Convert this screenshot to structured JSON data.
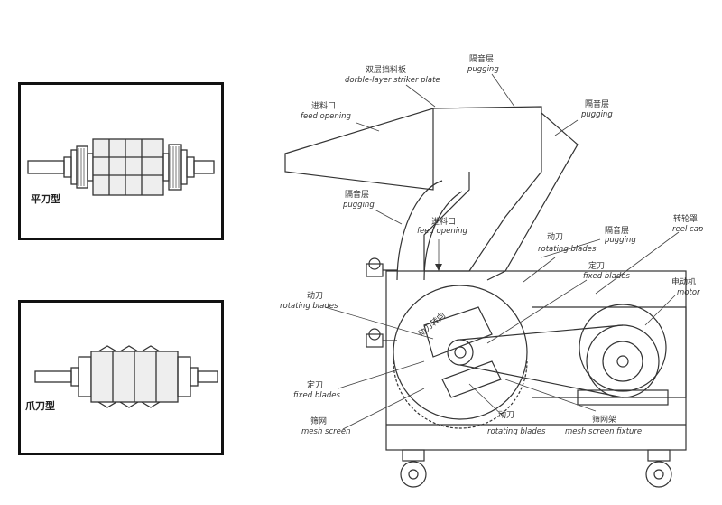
{
  "panels": {
    "flat": {
      "caption": "平刀型"
    },
    "claw": {
      "caption": "爪刀型"
    }
  },
  "labels": {
    "striker_plate": {
      "zh": "双层挡料板",
      "en": "dorble-layer striker plate"
    },
    "pugging_top": {
      "zh": "隔音层",
      "en": "pugging"
    },
    "pugging_right": {
      "zh": "隔音层",
      "en": "pugging"
    },
    "feed_opening_left": {
      "zh": "进料口",
      "en": "feed opening"
    },
    "pugging_mid": {
      "zh": "隔音层",
      "en": "pugging"
    },
    "feed_opening_center": {
      "zh": "进料口",
      "en": "feed opening"
    },
    "rotating_blades_top": {
      "zh": "动刀",
      "en": "rotating blades"
    },
    "pugging_inner": {
      "zh": "隔音层",
      "en": "pugging"
    },
    "reel_cap": {
      "zh": "转轮罩",
      "en": "reel cap"
    },
    "fixed_blades_top": {
      "zh": "定刀",
      "en": "fixed blades"
    },
    "motor": {
      "zh": "电动机",
      "en": "motor"
    },
    "rotating_blades_left": {
      "zh": "动刀",
      "en": "rotating blades"
    },
    "fixed_blades_left": {
      "zh": "定刀",
      "en": "fixed blades"
    },
    "mesh_screen": {
      "zh": "筛网",
      "en": "mesh screen"
    },
    "rotating_blades_bottom": {
      "zh": "动刀",
      "en": "rotating blades"
    },
    "mesh_screen_fixture": {
      "zh": "筛网架",
      "en": "mesh screen fixture"
    },
    "rotor_direction": "动刀转向"
  }
}
